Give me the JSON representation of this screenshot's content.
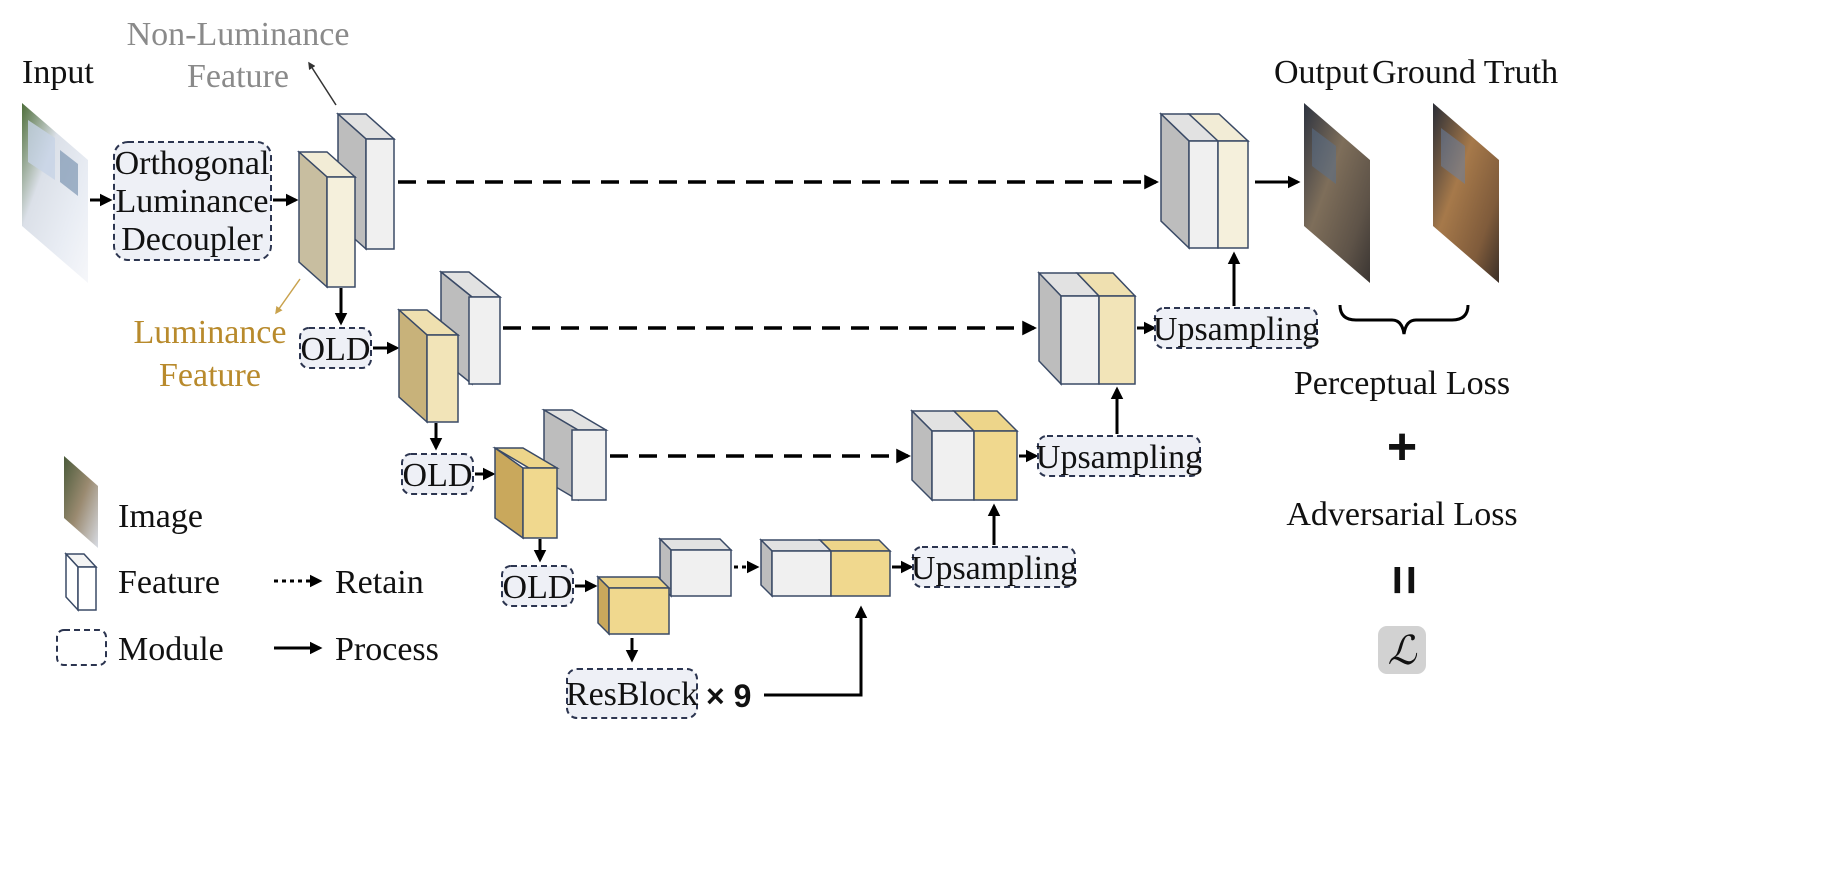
{
  "labels": {
    "input": "Input",
    "non_luminance_line1": "Non-Luminance",
    "non_luminance_line2": "Feature",
    "luminance_line1": "Luminance",
    "luminance_line2": "Feature",
    "output": "Output",
    "ground_truth": "Ground Truth"
  },
  "modules": {
    "old_line1": "Orthogonal",
    "old_line2": "Luminance",
    "old_line3": "Decoupler",
    "old_short": "OLD",
    "upsampling": "Upsampling",
    "resblock": "ResBlock",
    "resblock_repeat": "× 9"
  },
  "loss": {
    "perceptual": "Perceptual Loss",
    "plus": "+",
    "adversarial": "Adversarial Loss",
    "equals": "=",
    "symbol": "ℒ"
  },
  "legend": {
    "image": "Image",
    "feature": "Feature",
    "module": "Module",
    "retain": "Retain",
    "process": "Process"
  },
  "colors": {
    "non_luminance": "#8a8a8a",
    "luminance": "#b88a2c",
    "feature_gray": "#f0f0f0",
    "feature_yellow": "#f0d88e",
    "module_fill": "#eef0f6",
    "module_border": "#2c3550"
  }
}
